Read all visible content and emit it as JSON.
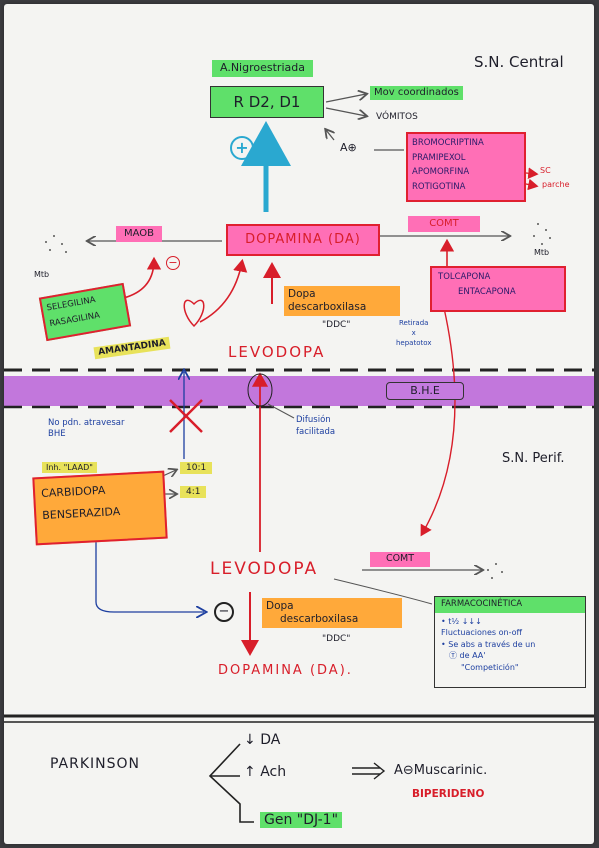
{
  "labels": {
    "sn_central": "S.N. Central",
    "nigro": "A.Nigroestriada",
    "receptor": "R D2, D1",
    "mov": "Mov coordinados",
    "vomitos": "VÓMITOS",
    "agonist_abbrev": "A⊕",
    "agonists": [
      "BROMOCRIPTINA",
      "PRAMIPEXOL",
      "APOMORFINA",
      "ROTIGOTINA"
    ],
    "sc": "SC",
    "parche": "parche",
    "maob": "MAOB",
    "dopamina_dc": "DOPAMINA (DA)",
    "comt_top": "COMT",
    "mtb_left": "Mtb",
    "mtb_right": "Mtb",
    "mao_inhibitors": [
      "SELEGILINA",
      "RASAGILINA"
    ],
    "amantadina": "AMANTADINA",
    "dopa_decarb_top": [
      "Dopa",
      "descarboxilasa"
    ],
    "ddc_top": "\"DDC\"",
    "levodopa_top": "LEVODOPA",
    "comt_inhibitors": [
      "TOLCAPONA",
      "ENTACAPONA"
    ],
    "retirada": [
      "Retirada",
      "x",
      "hepatotox"
    ],
    "bhe": "B.H.E",
    "no_bhe": [
      "No pdn. atravesar",
      "BHE"
    ],
    "difusion": [
      "Difusión",
      "facilitada"
    ],
    "sn_perif": "S.N. Perif.",
    "inh_laad": "Inh. \"LAAD\"",
    "carbidopa": "CARBIDOPA",
    "benserazida": "BENSERAZIDA",
    "ratio1": "10:1",
    "ratio2": "4:1",
    "levodopa_bottom": "LEVODOPA",
    "comt_bottom": "COMT",
    "dopa_decarb_bottom": [
      "Dopa",
      "descarboxilasa"
    ],
    "ddc_bottom": "\"DDC\"",
    "dopamina_bottom": "DOPAMINA (DA).",
    "farmaco_title": "FARMACOCINÉTICA",
    "farmaco_lines": [
      "• t½ ↓↓↓",
      "Fluctuaciones on-off",
      "• Se abs a través de un",
      "Ⓣ de AA'",
      "\"Competición\""
    ],
    "parkinson": "PARKINSON",
    "park_items": [
      "DA",
      "Ach",
      "Gen \"DJ-1\""
    ],
    "muscarinic": "A⊖Muscarinic.",
    "biperideno": "BIPERIDENO",
    "plus_symbol": "+",
    "minus_symbol": "−"
  }
}
